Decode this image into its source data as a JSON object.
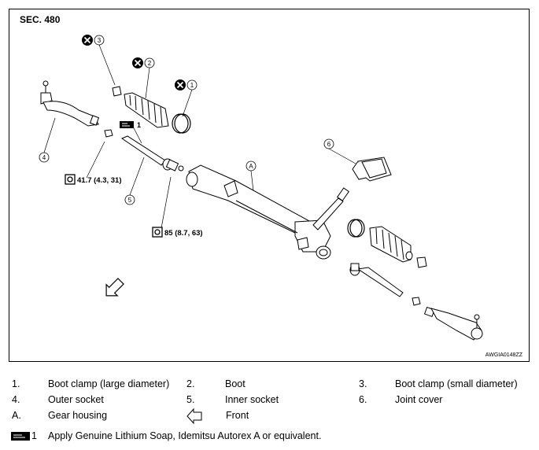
{
  "section": "SEC. 480",
  "figure_code": "AWGIA0148ZZ",
  "callouts": {
    "c1": "1",
    "c2": "2",
    "c3": "3",
    "c4": "4",
    "c5": "5",
    "c6": "6",
    "cA": "A"
  },
  "grease_mark": "1",
  "torque": {
    "outer": "41.7 (4.3, 31)",
    "inner": "85 (8.7, 63)"
  },
  "legend": {
    "items": [
      {
        "num": "1.",
        "text": "Boot clamp (large diameter)"
      },
      {
        "num": "2.",
        "text": "Boot"
      },
      {
        "num": "3.",
        "text": "Boot clamp (small diameter)"
      },
      {
        "num": "4.",
        "text": "Outer socket"
      },
      {
        "num": "5.",
        "text": "Inner socket"
      },
      {
        "num": "6.",
        "text": "Joint cover"
      },
      {
        "num": "A.",
        "text": "Gear housing"
      }
    ],
    "front": "Front",
    "grease_num": "1",
    "grease_text": "Apply Genuine Lithium Soap, Idemitsu Autorex A or equivalent."
  },
  "icons": [
    "do-not-reuse-icon",
    "torque-wrench-icon",
    "grease-icon",
    "front-arrow-icon"
  ]
}
